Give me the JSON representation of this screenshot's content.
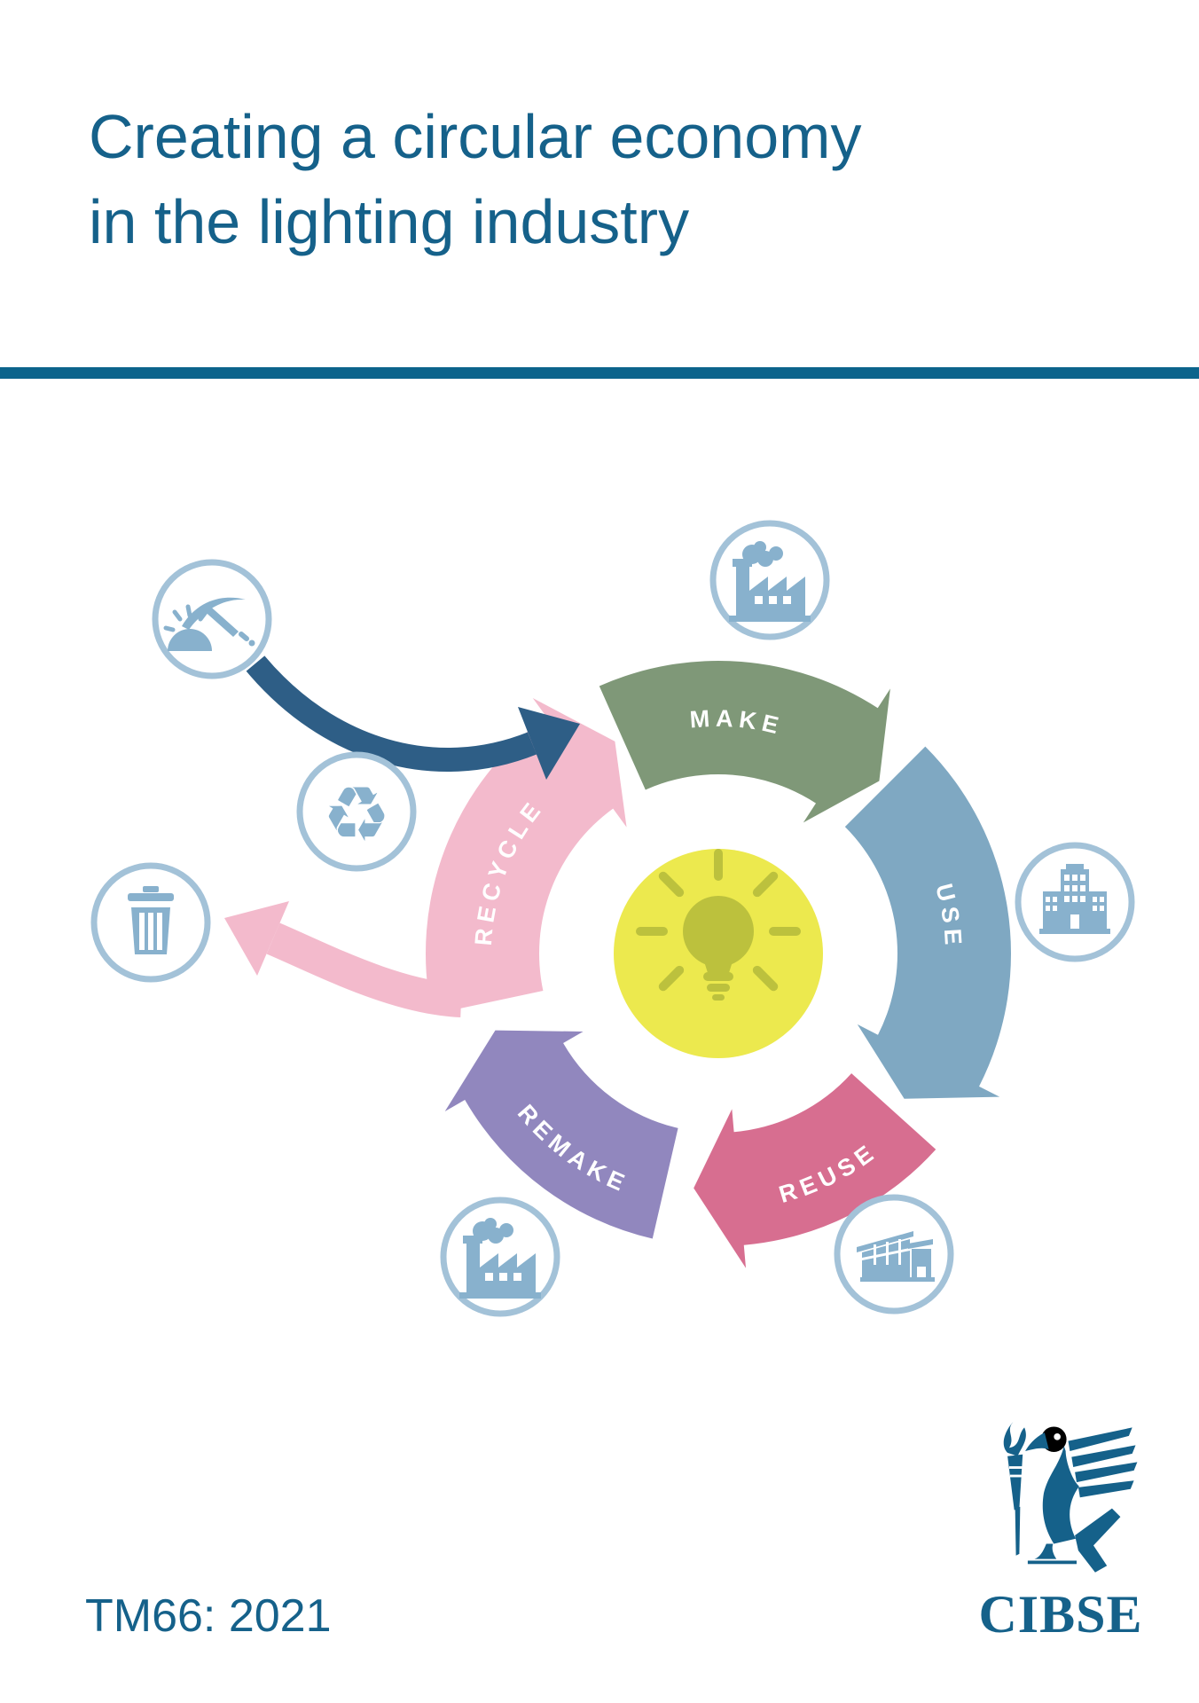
{
  "header": {
    "title_line1": "Creating a circular economy",
    "title_line2": "in the lighting industry"
  },
  "footer": {
    "doc_code": "TM66: 2021",
    "brand": "CIBSE"
  },
  "colors": {
    "teal": "#15618A",
    "rule": "#0C648C",
    "ring": "#A3C2D8",
    "iconblue": "#88B1CD",
    "center_yellow": "#ECE94E",
    "bulb_olive": "#BCC13D",
    "input_arrow_blue": "#2E5E86",
    "waste_arrow_pink": "#F3BACC"
  },
  "diagram": {
    "type": "cycle",
    "center_icon": "lightbulb-icon",
    "segments": [
      {
        "label": "MAKE",
        "color": "#7F9878",
        "start": -114,
        "end": -57,
        "tip": -47,
        "text_dir": "cw"
      },
      {
        "label": "USE",
        "color": "#7FA8C2",
        "start": -45,
        "end": 27,
        "tip": 38,
        "text_dir": "cw"
      },
      {
        "label": "REUSE",
        "color": "#D76E90",
        "start": 42,
        "end": 85,
        "tip": 96,
        "text_dir": "ccw"
      },
      {
        "label": "REMAKE",
        "color": "#9187BE",
        "start": 103,
        "end": 150,
        "tip": 161,
        "text_dir": "ccw"
      },
      {
        "label": "RECYCLE",
        "color": "#F3BACC",
        "start": 168,
        "end": 234,
        "tip": 244,
        "text_dir": "cw"
      }
    ],
    "flows": [
      {
        "name": "raw-material-input-arrow",
        "color": "#2E5E86"
      },
      {
        "name": "waste-to-landfill-arrow",
        "color": "#F3BACC"
      }
    ],
    "satellite_icons": [
      "pickaxe-icon",
      "factory-icon",
      "building-icon",
      "warehouse-icon",
      "factory-smoke-icon",
      "recycle-symbol-icon",
      "trash-bin-icon"
    ],
    "recycle_glyph": "♻"
  }
}
